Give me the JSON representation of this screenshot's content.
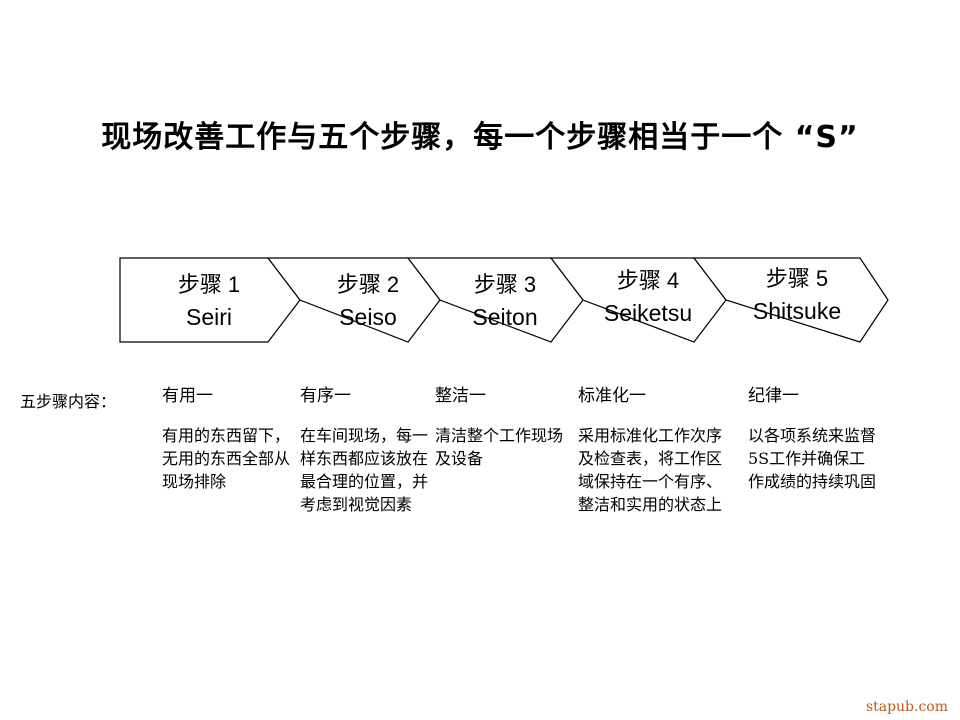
{
  "title": "现场改善工作与五个步骤，每一个步骤相当于一个 “S”",
  "steps": [
    {
      "step": "步骤 1",
      "name": "Seiri",
      "head": "有用一",
      "body": "有用的东西留下，无用的东西全部从现场排除"
    },
    {
      "step": "步骤 2",
      "name": "Seiso",
      "head": "有序一",
      "body": "在车间现场，每一样东西都应该放在最合理的位置，并考虑到视觉因素"
    },
    {
      "step": "步骤 3",
      "name": "Seiton",
      "head": "整洁一",
      "body": "清洁整个工作现场及设备"
    },
    {
      "step": "步骤 4",
      "name": "Seiketsu",
      "head": "标准化一",
      "body": "采用标准化工作次序及检查表，将工作区域保持在一个有序、整洁和实用的状态上"
    },
    {
      "step": "步骤 5",
      "name": "Shitsuke",
      "head": "纪律一",
      "body": "以各项系统来监督5S工作并确保工作成绩的持续巩固"
    }
  ],
  "content_label": "五步骤内容：",
  "watermark": "stapub.com"
}
